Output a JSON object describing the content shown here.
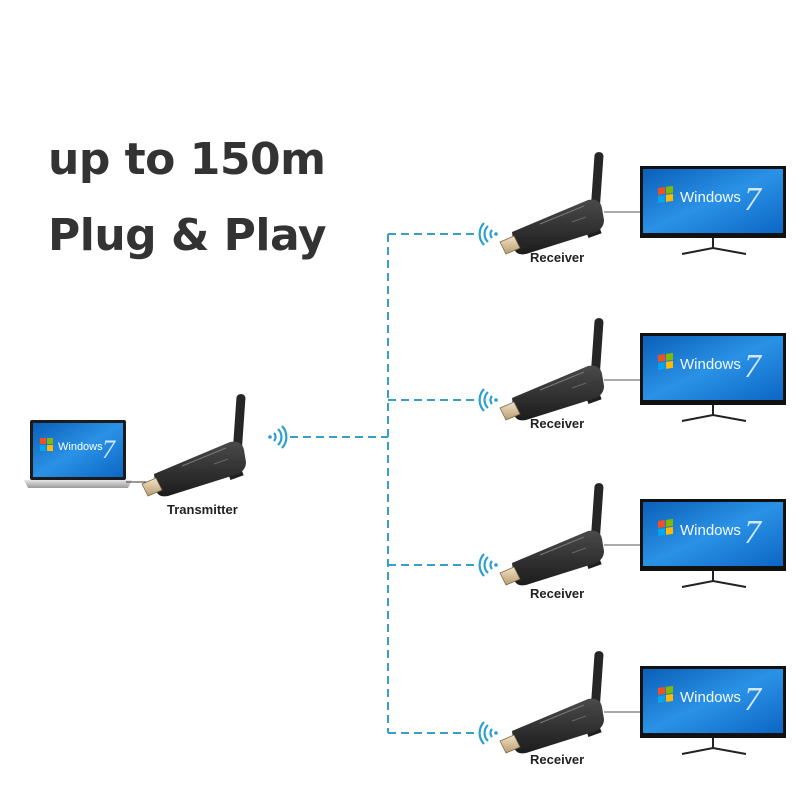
{
  "headline": {
    "line1": "up to 150m",
    "line2": "Plug & Play"
  },
  "transmitter": {
    "label": "Transmitter",
    "source_device": "laptop",
    "screen_text": "Windows 7"
  },
  "receivers": [
    {
      "label": "Receiver",
      "display": "monitor",
      "screen_text": "Windows 7"
    },
    {
      "label": "Receiver",
      "display": "monitor",
      "screen_text": "Windows 7"
    },
    {
      "label": "Receiver",
      "display": "monitor",
      "screen_text": "Windows 7"
    },
    {
      "label": "Receiver",
      "display": "monitor",
      "screen_text": "Windows 7"
    }
  ],
  "screen": {
    "windows_word": "Windows",
    "version_glyph": "7"
  },
  "colors": {
    "link_dashed": "#3a9fc6",
    "wifi_signal": "#2a9fd0",
    "headline_text": "#333333",
    "device_body": "#2b2b2b",
    "screen_blue": "#1e7fd8"
  }
}
